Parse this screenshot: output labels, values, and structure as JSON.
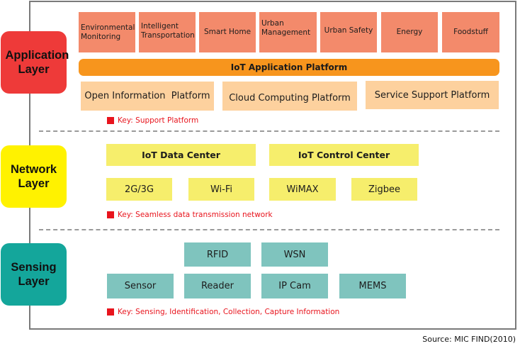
{
  "layers": {
    "application": {
      "label": "Application Layer",
      "color": "#ee3a39",
      "domains": [
        "Environmental Monitoring",
        "Intelligent Transportation",
        "Smart Home",
        "Urban Management",
        "Urban Safety",
        "Energy",
        "Foodstuff"
      ],
      "platform_bar": "IoT Application Platform",
      "support_platforms": [
        "Open Information  Platform",
        "Cloud Computing Platform",
        "Service Support Platform"
      ],
      "key": "Key: Support Platform"
    },
    "network": {
      "label": "Network Layer",
      "color": "#fff200",
      "centers": [
        "IoT Data Center",
        "IoT Control Center"
      ],
      "technologies": [
        "2G/3G",
        "Wi-Fi",
        "WiMAX",
        "Zigbee"
      ],
      "key": "Key: Seamless data transmission network"
    },
    "sensing": {
      "label": "Sensing Layer",
      "color": "#14a69b",
      "row1": [
        "RFID",
        "WSN"
      ],
      "row2": [
        "Sensor",
        "Reader",
        "IP Cam",
        "MEMS"
      ],
      "key": "Key: Sensing, Identification, Collection, Capture Information"
    }
  },
  "colors": {
    "application_box": "#f38a6b",
    "platform_bar": "#f7951d",
    "support_box": "#fdd19e",
    "network_box": "#f6ee6c",
    "sensing_box": "#7fc4be",
    "key_red": "#e8141d"
  },
  "source": "Source: MIC FIND(2010)"
}
